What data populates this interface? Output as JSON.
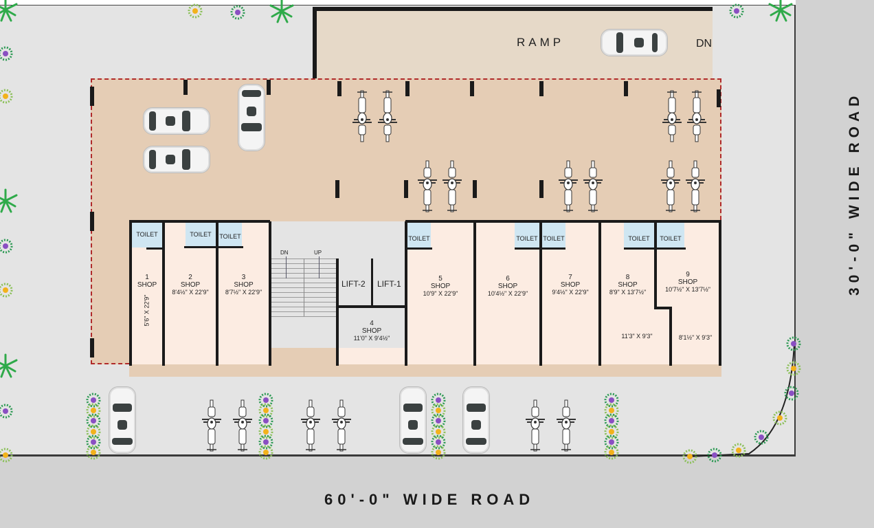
{
  "roads": {
    "bottom": "60'-0\" WIDE ROAD",
    "right": "30'-0\" WIDE ROAD"
  },
  "ramp": {
    "label": "RAMP",
    "direction": "DN"
  },
  "staircase": {
    "down": "DN",
    "up": "UP"
  },
  "lifts": [
    {
      "label": "LIFT-2"
    },
    {
      "label": "LIFT-1"
    }
  ],
  "toilet_label": "TOILET",
  "shops": [
    {
      "number": "1",
      "type": "SHOP",
      "size": "5'6\" X 22'9\""
    },
    {
      "number": "2",
      "type": "SHOP",
      "size": "8'4½\" X 22'9\""
    },
    {
      "number": "3",
      "type": "SHOP",
      "size": "8'7½\" X 22'9\""
    },
    {
      "number": "4",
      "type": "SHOP",
      "size": "11'0\" X 9'4½\""
    },
    {
      "number": "5",
      "type": "SHOP",
      "size": "10'9\" X 22'9\""
    },
    {
      "number": "6",
      "type": "SHOP",
      "size": "10'4½\" X 22'9\""
    },
    {
      "number": "7",
      "type": "SHOP",
      "size": "9'4½\" X 22'9\""
    },
    {
      "number": "8",
      "type": "SHOP",
      "size": "8'9\" X 13'7½\"",
      "extra_size": "11'3\" X 9'3\""
    },
    {
      "number": "9",
      "type": "SHOP",
      "size": "10'7½\" X 13'7½\"",
      "extra_size": "8'1½\" X 9'3\""
    }
  ],
  "colors": {
    "parking": "#e5cdb5",
    "shop": "#fcece2",
    "toilet": "#cfe6f2",
    "ramp": "#e6d9c8",
    "wall": "#1a1a1a",
    "boundary_dash": "#b02a2a",
    "road": "#d2d2d2",
    "plot": "#e4e4e4"
  }
}
